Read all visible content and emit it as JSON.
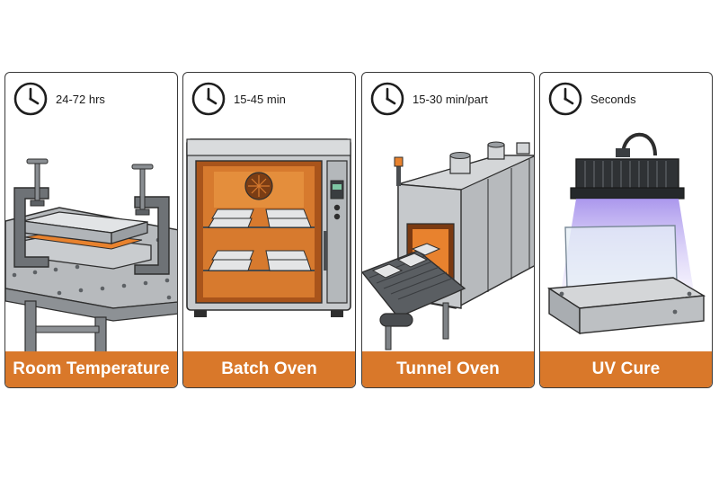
{
  "colors": {
    "accent": "#d9782a",
    "steel_light": "#d4d6d8",
    "steel_mid": "#a9adb1",
    "steel_dark": "#6b6f73",
    "outline": "#2e2e2e",
    "heat_glow": "#e8822e",
    "uv_glow": "#b7a4f0"
  },
  "panels": [
    {
      "time": "24-72 hrs",
      "label": "Room Temperature",
      "icon": "clock-icon"
    },
    {
      "time": "15-45 min",
      "label": "Batch Oven",
      "icon": "clock-icon"
    },
    {
      "time": "15-30 min/part",
      "label": "Tunnel Oven",
      "icon": "clock-icon"
    },
    {
      "time": "Seconds",
      "label": "UV Cure",
      "icon": "clock-icon"
    }
  ]
}
